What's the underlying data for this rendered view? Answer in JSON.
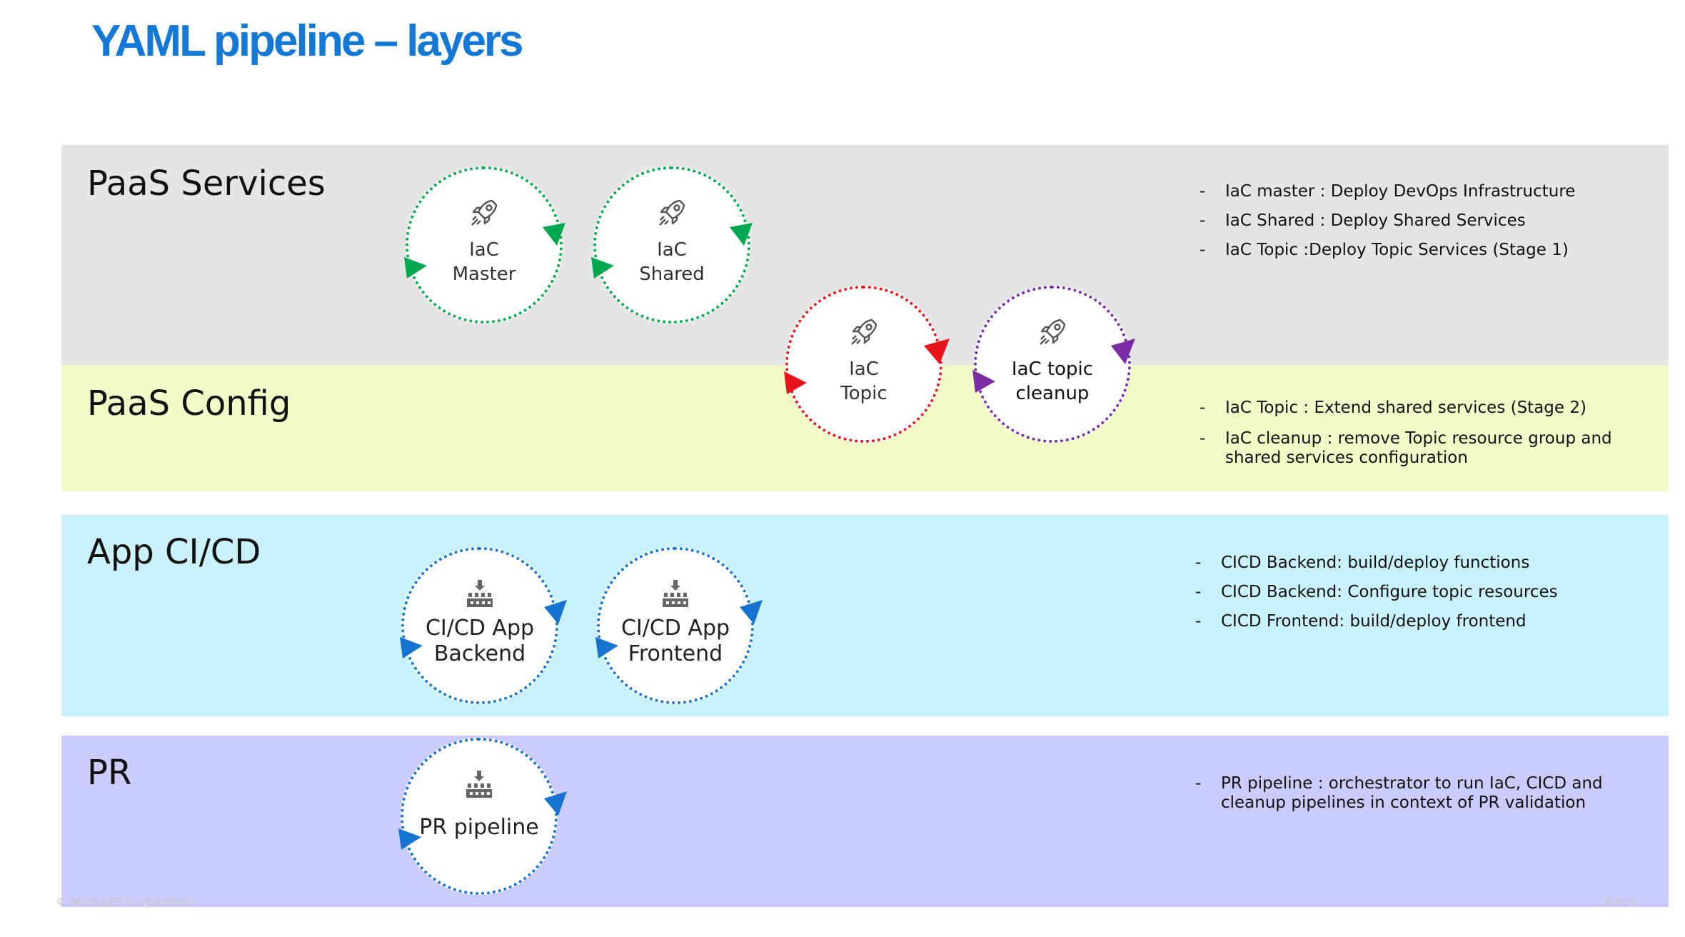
{
  "title": "YAML pipeline – layers",
  "colors": {
    "title": "#1479d6",
    "paas_services_band": "#e5e5e5",
    "paas_config_band": "#f3fcc8",
    "app_cicd_band": "#c9f2fd",
    "pr_band": "#cccbfd",
    "green": "#00a84f",
    "red": "#e8141b",
    "purple": "#7a2ca5",
    "blue": "#1673cf"
  },
  "layers": {
    "paas_services": "PaaS Services",
    "paas_config": "PaaS Config",
    "app_cicd": "App CI/CD",
    "pr": "PR"
  },
  "pipelines": {
    "iac_master": {
      "line1": "IaC",
      "line2": "Master",
      "icon": "rocket-icon"
    },
    "iac_shared": {
      "line1": "IaC",
      "line2": "Shared",
      "icon": "rocket-icon"
    },
    "iac_topic": {
      "line1": "IaC",
      "line2": "Topic",
      "icon": "rocket-icon"
    },
    "iac_cleanup": {
      "line1": "IaC topic",
      "line2": "cleanup",
      "icon": "rocket-icon"
    },
    "cicd_backend": {
      "line1": "CI/CD App",
      "line2": "Backend",
      "icon": "build-factory-icon"
    },
    "cicd_frontend": {
      "line1": "CI/CD App",
      "line2": "Frontend",
      "icon": "build-factory-icon"
    },
    "pr_pipeline": {
      "line1": "PR pipeline",
      "icon": "build-factory-icon"
    }
  },
  "notes": {
    "paas_services": [
      "IaC master : Deploy DevOps Infrastructure",
      "IaC Shared : Deploy Shared Services",
      "IaC Topic :Deploy Topic Services (Stage 1)"
    ],
    "paas_config": [
      "IaC Topic : Extend shared services (Stage 2)",
      "IaC cleanup : remove Topic resource group and shared services configuration"
    ],
    "app_cicd": [
      "CICD Backend: build/deploy functions",
      "CICD Backend: Configure topic resources",
      "CICD Frontend: build/deploy frontend"
    ],
    "pr": [
      "PR pipeline : orchestrator to run IaC, CICD and cleanup pipelines in context of PR validation"
    ]
  },
  "footer": {
    "left": "© Microsoft Corporation",
    "right": "Azure"
  }
}
